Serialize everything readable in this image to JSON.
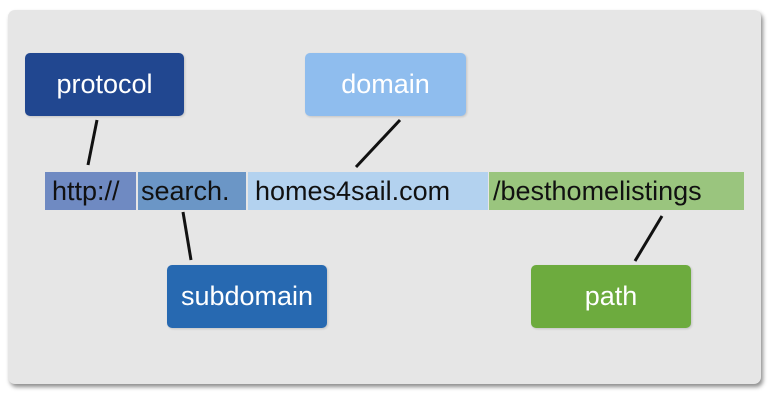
{
  "labels": {
    "protocol": "protocol",
    "domain": "domain",
    "subdomain": "subdomain",
    "path": "path"
  },
  "url_parts": {
    "protocol": "http://",
    "subdomain": "search.",
    "domain": "homes4sail.com",
    "path": "/besthomelistings"
  },
  "colors": {
    "panel_background": "#e6e6e6",
    "protocol_box": "#214790",
    "domain_box": "#8fbdee",
    "subdomain_box": "#2769b1",
    "path_box": "#6dab3e",
    "protocol_segment": "#6f8ac2",
    "subdomain_segment": "#6b96c6",
    "domain_segment": "#b3d2ef",
    "path_segment": "#9ac57e",
    "label_text": "#ffffff",
    "connector": "#111111"
  }
}
